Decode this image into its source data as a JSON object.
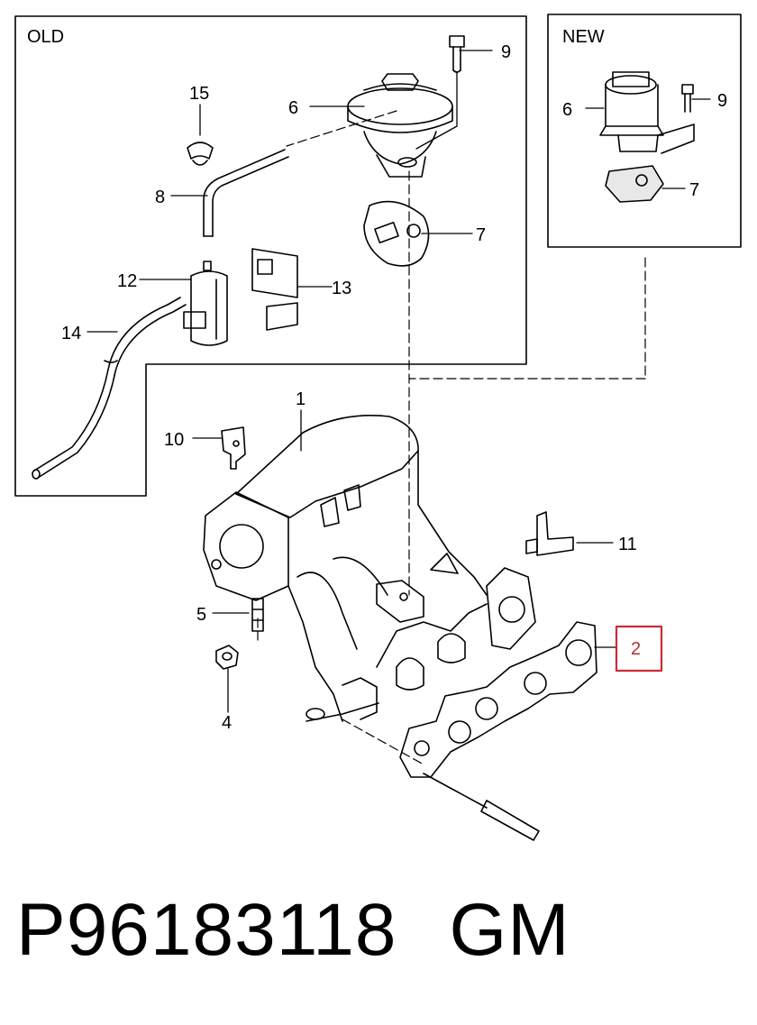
{
  "panels": {
    "old": "OLD",
    "new": "NEW"
  },
  "callouts": {
    "c1": "1",
    "c2": "2",
    "c4": "4",
    "c5": "5",
    "c6_old": "6",
    "c6_new": "6",
    "c7_old": "7",
    "c7_new": "7",
    "c8": "8",
    "c9_old": "9",
    "c9_new": "9",
    "c10": "10",
    "c11": "11",
    "c12": "12",
    "c13": "13",
    "c14": "14",
    "c15": "15"
  },
  "highlight_color": "#cc2b38",
  "footer": {
    "part_number": "P96183118",
    "brand": "GM"
  }
}
